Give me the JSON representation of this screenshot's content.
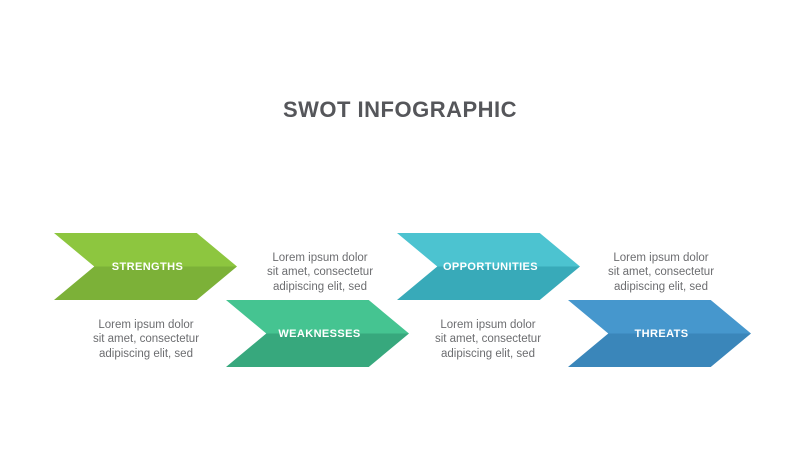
{
  "title": "SWOT INFOGRAPHIC",
  "title_color": "#55565a",
  "text_color": "#6c6d70",
  "label_color": "#ffffff",
  "items": [
    {
      "key": "strengths",
      "label": "STRENGTHS",
      "color_light": "#8dc63f",
      "color_dark": "#7cb138",
      "description": "Lorem ipsum dolor\nsit amet, consectetur\nadipiscing elit, sed"
    },
    {
      "key": "opportunities",
      "label": "OPPORTUNITIES",
      "color_light": "#4cc3d0",
      "color_dark": "#38aab9",
      "description": "Lorem ipsum dolor\nsit amet, consectetur\nadipiscing elit, sed"
    },
    {
      "key": "weaknesses",
      "label": "WEAKNESSES",
      "color_light": "#45c491",
      "color_dark": "#37a87d",
      "description": "Lorem ipsum dolor\nsit amet, consectetur\nadipiscing elit, sed"
    },
    {
      "key": "threats",
      "label": "THREATS",
      "color_light": "#4697cd",
      "color_dark": "#3a86ba",
      "description": "Lorem ipsum dolor\nsit amet, consectetur\nadipiscing elit, sed"
    }
  ]
}
